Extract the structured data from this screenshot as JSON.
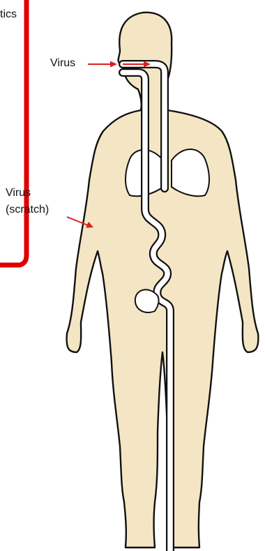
{
  "diagram": {
    "cropped_text": "tics",
    "labels": {
      "virus_mouth": "Virus",
      "virus_scratch_line1": "Virus",
      "virus_scratch_line2": "(scratch)"
    },
    "colors": {
      "skin": "#f4e6c4",
      "outline": "#111111",
      "tract": "#ffffff",
      "arrow": "#d8201c",
      "border": "#e00000"
    },
    "icons": {
      "body": "human-body-silhouette",
      "lungs": "lungs-icon",
      "arrow": "red-arrow-icon"
    }
  }
}
